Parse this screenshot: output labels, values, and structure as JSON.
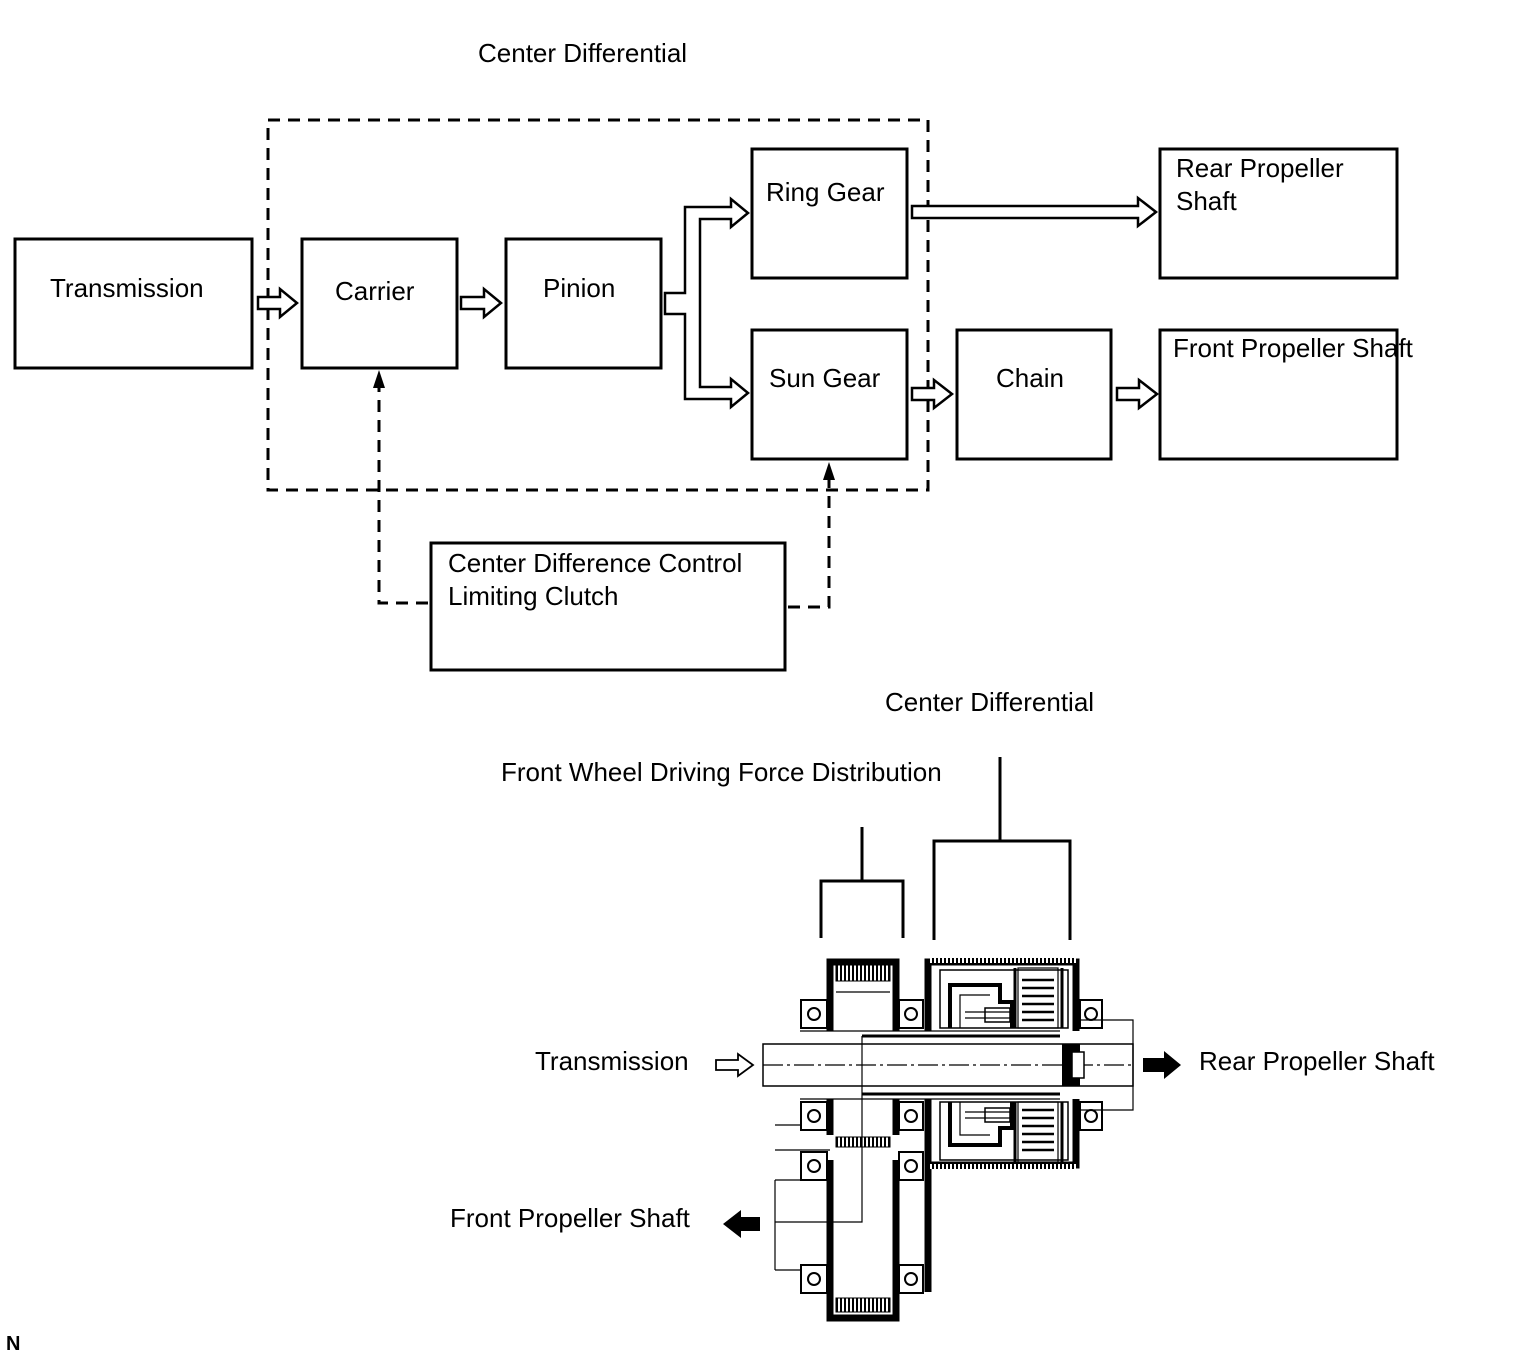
{
  "block_diagram": {
    "title": "Center Differential",
    "blocks": {
      "transmission": "Transmission",
      "carrier": "Carrier",
      "pinion": "Pinion",
      "ring_gear": "Ring Gear",
      "sun_gear": "Sun Gear",
      "chain": "Chain",
      "rear_shaft_line1": "Rear Propeller",
      "rear_shaft_line2": "Shaft",
      "front_shaft": "Front Propeller Shaft",
      "clutch_line1": "Center Difference Control",
      "clutch_line2": "Limiting Clutch"
    }
  },
  "cross_section": {
    "center_differential": "Center Differential",
    "front_distribution": "Front Wheel Driving Force Distribution",
    "transmission": "Transmission",
    "rear_shaft": "Rear Propeller Shaft",
    "front_shaft": "Front Propeller Shaft"
  },
  "corner_mark": "N"
}
